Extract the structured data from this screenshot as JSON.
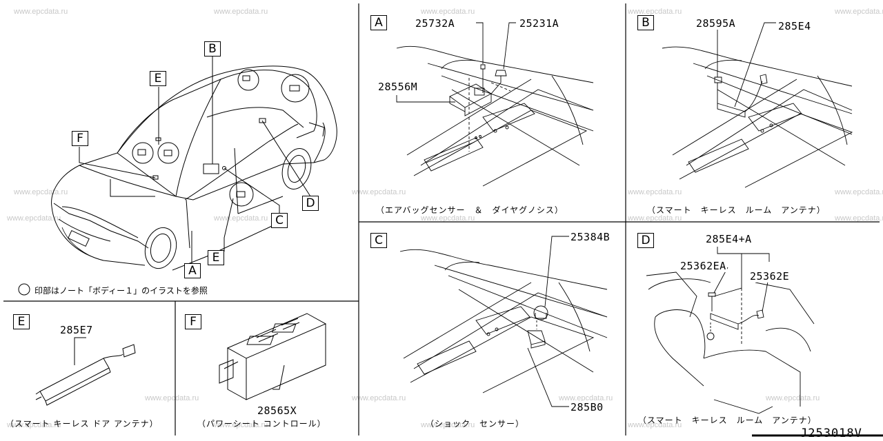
{
  "watermark": "www.epcdata.ru",
  "overview": {
    "callouts": {
      "A": "A",
      "B": "B",
      "C": "C",
      "D": "D",
      "E": "E",
      "F": "F",
      "E2": "E"
    },
    "note": "印部はノート「ボディー１」のイラストを参照"
  },
  "panels": {
    "A": {
      "label": "A",
      "parts": [
        "25732A",
        "25231A",
        "28556M"
      ],
      "caption": "（エアバッグセンサー　＆　ダイヤグノシス）"
    },
    "B": {
      "label": "B",
      "parts": [
        "28595A",
        "285E4"
      ],
      "caption": "（スマート　キーレス　ルーム　アンテナ）"
    },
    "C": {
      "label": "C",
      "parts": [
        "25384B",
        "285B0"
      ],
      "caption": "（ショック　センサー）"
    },
    "D": {
      "label": "D",
      "parts": [
        "285E4+A",
        "25362EA",
        "25362E"
      ],
      "caption": "（スマート　キーレス　ルーム　アンテナ）"
    },
    "E": {
      "label": "E",
      "parts": [
        "285E7"
      ],
      "caption": "（スマート キーレス ドア アンテナ）"
    },
    "F": {
      "label": "F",
      "parts": [
        "28565X"
      ],
      "caption": "（パワーシート コントロール）"
    }
  },
  "diagram_code": "J253018V"
}
